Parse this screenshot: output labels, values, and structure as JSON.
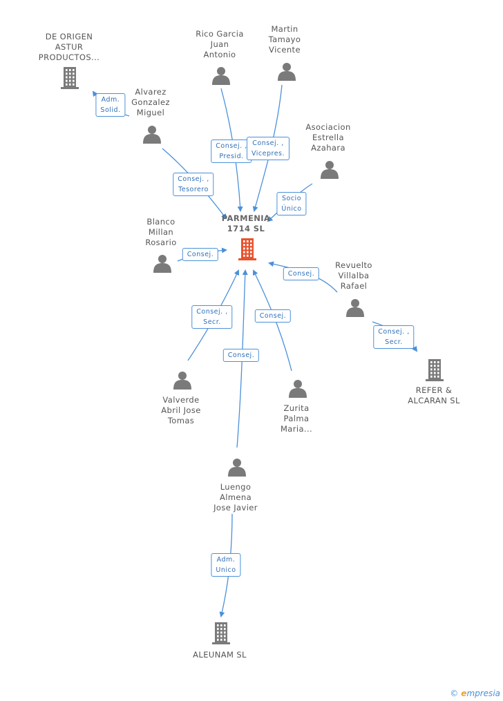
{
  "colors": {
    "edge": "#4a90d9",
    "person": "#7a7a7a",
    "company": "#7a7a7a",
    "center": "#e8522c"
  },
  "center": {
    "name": "PARMENIA\n1714 SL",
    "icon": "building-icon"
  },
  "nodes": [
    {
      "id": "de-origen",
      "label": "DE ORIGEN\nASTUR\nPRODUCTOS...",
      "type": "company"
    },
    {
      "id": "rico",
      "label": "Rico Garcia\nJuan\nAntonio",
      "type": "person"
    },
    {
      "id": "martin",
      "label": "Martin\nTamayo\nVicente",
      "type": "person"
    },
    {
      "id": "alvarez",
      "label": "Alvarez\nGonzalez\nMiguel",
      "type": "person"
    },
    {
      "id": "asociacion",
      "label": "Asociacion\nEstrella\nAzahara",
      "type": "person"
    },
    {
      "id": "blanco",
      "label": "Blanco\nMillan\nRosario",
      "type": "person"
    },
    {
      "id": "revuelto",
      "label": "Revuelto\nVillalba\nRafael",
      "type": "person"
    },
    {
      "id": "refer",
      "label": "REFER &\nALCARAN SL",
      "type": "company"
    },
    {
      "id": "valverde",
      "label": "Valverde\nAbril Jose\nTomas",
      "type": "person"
    },
    {
      "id": "zurita",
      "label": "Zurita\nPalma\nMaria...",
      "type": "person"
    },
    {
      "id": "luengo",
      "label": "Luengo\nAlmena\nJose Javier",
      "type": "person"
    },
    {
      "id": "aleunam",
      "label": "ALEUNAM SL",
      "type": "company"
    }
  ],
  "relations": [
    {
      "id": "r-adm-solid",
      "label": "Adm.\nSolid."
    },
    {
      "id": "r-consej-presid",
      "label": "Consej. ,\nPresid."
    },
    {
      "id": "r-consej-vicepres",
      "label": "Consej. ,\nVicepres."
    },
    {
      "id": "r-consej-tesorero",
      "label": "Consej. ,\nTesorero"
    },
    {
      "id": "r-socio-unico",
      "label": "Socio\nÚnico"
    },
    {
      "id": "r-consej-blanco",
      "label": "Consej."
    },
    {
      "id": "r-consej-revuelto",
      "label": "Consej."
    },
    {
      "id": "r-consej-secr-valverde",
      "label": "Consej. ,\nSecr."
    },
    {
      "id": "r-consej-zurita",
      "label": "Consej."
    },
    {
      "id": "r-consej-luengo",
      "label": "Consej."
    },
    {
      "id": "r-consej-secr-refer",
      "label": "Consej. ,\nSecr."
    },
    {
      "id": "r-adm-unico",
      "label": "Adm.\nUnico"
    }
  ],
  "brand": {
    "copyright": "©",
    "text": "mpresia",
    "initial": "e"
  }
}
